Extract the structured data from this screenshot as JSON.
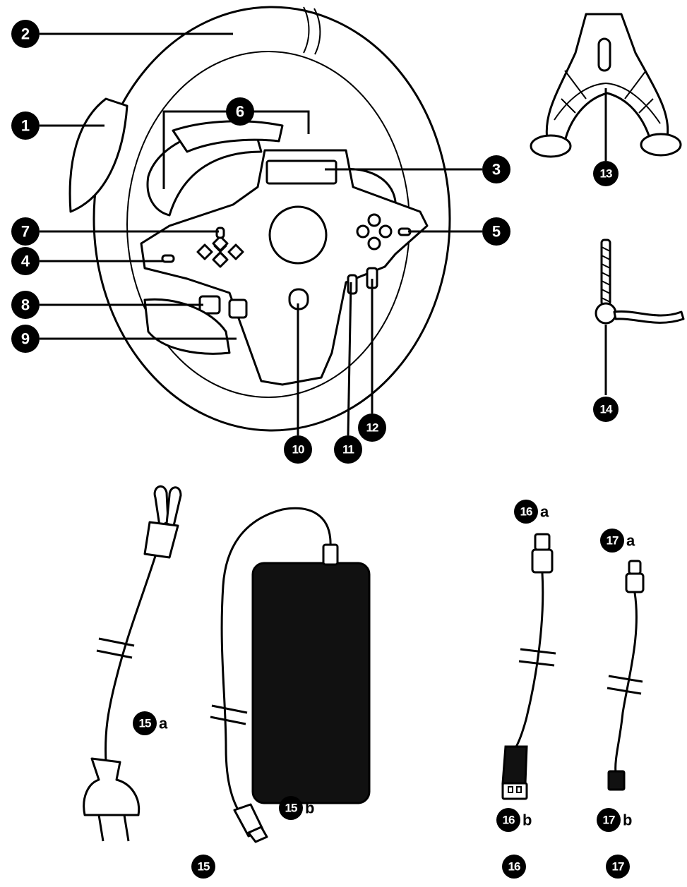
{
  "callouts": {
    "c1": "1",
    "c2": "2",
    "c3": "3",
    "c4": "4",
    "c5": "5",
    "c6": "6",
    "c7": "7",
    "c8": "8",
    "c9": "9",
    "c10": "10",
    "c11": "11",
    "c12": "12",
    "c13": "13",
    "c14": "14",
    "c15a": "15",
    "c15b": "15",
    "c15": "15",
    "c16a": "16",
    "c16b": "16",
    "c16": "16",
    "c17a": "17",
    "c17b": "17",
    "c17": "17"
  },
  "suffixes": {
    "s15a": "a",
    "s15b": "b",
    "s16a": "a",
    "s16b": "b",
    "s17a": "a",
    "s17b": "b"
  },
  "icons": [
    "steering-wheel",
    "wheel-stand",
    "screw-clamp",
    "power-cord",
    "power-adapter",
    "usb-cable",
    "usb-c-cable"
  ]
}
